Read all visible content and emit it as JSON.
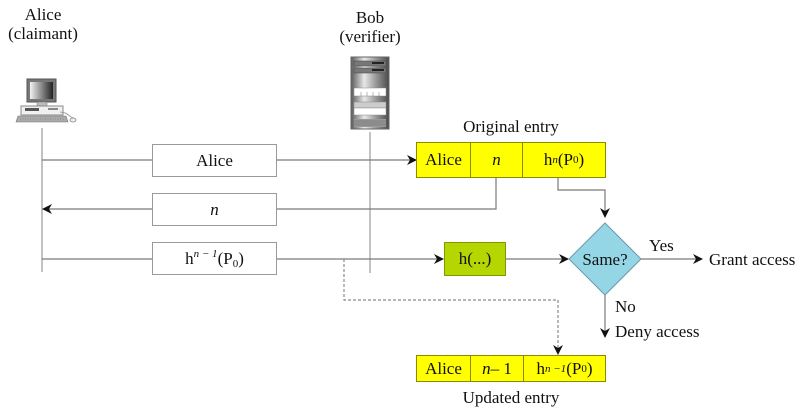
{
  "actors": {
    "alice": {
      "name": "Alice",
      "role": "(claimant)",
      "icon": "desktop-computer-icon"
    },
    "bob": {
      "name": "Bob",
      "role": "(verifier)",
      "icon": "server-tower-icon"
    }
  },
  "messages": [
    {
      "id": "msg-1",
      "text": "Alice",
      "direction": "alice-to-bob"
    },
    {
      "id": "msg-2",
      "text_italic": "n",
      "direction": "bob-to-alice"
    },
    {
      "id": "msg-3",
      "base": "h",
      "sup": "n − 1",
      "arg_open": "(P",
      "arg_sub": "0",
      "arg_close": ")",
      "direction": "alice-to-bob"
    }
  ],
  "original_entry": {
    "caption": "Original entry",
    "cells": {
      "name": "Alice",
      "counter_italic": "n",
      "hash_base": "h",
      "hash_sup": "n",
      "hash_arg_open": " (P",
      "hash_arg_sub": "0",
      "hash_arg_close": ")"
    }
  },
  "updated_entry": {
    "caption": "Updated entry",
    "cells": {
      "name": "Alice",
      "counter_italic": "n",
      "counter_suffix": " – 1",
      "hash_base": "h",
      "hash_sup": "n −1",
      "hash_arg_open": "(P",
      "hash_arg_sub": "0",
      "hash_arg_close": ")"
    }
  },
  "hash_function": {
    "label": "h(...)"
  },
  "decision": {
    "label": "Same?",
    "yes_label": "Yes",
    "no_label": "No",
    "yes_outcome": "Grant access",
    "no_outcome": "Deny access"
  },
  "colors": {
    "entry_fill": "#ffff00",
    "hash_fill": "#b5d600",
    "decision_fill": "#94d6e6",
    "line": "#7a7a7a"
  }
}
